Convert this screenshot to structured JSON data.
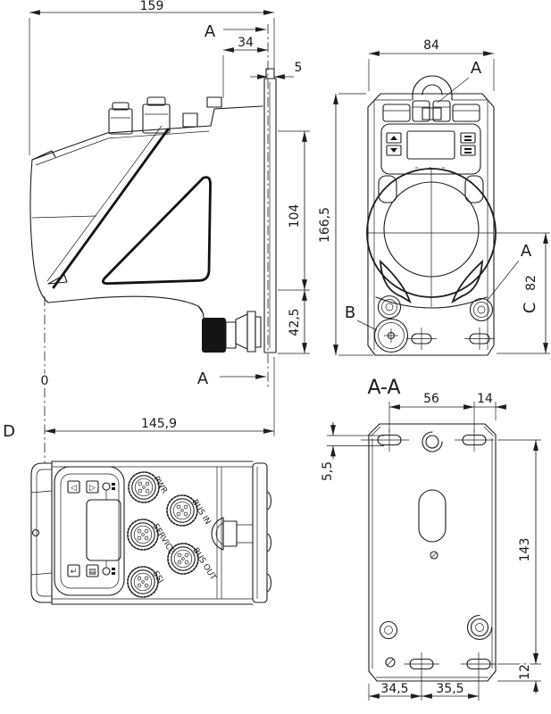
{
  "side_view": {
    "dim_overall_length": "159",
    "section_arrow_top": "A",
    "dim_connector_offset": "34",
    "dim_flange_thickness": "5",
    "dim_height_upper": "104",
    "dim_height_lower": "42,5",
    "zero_reference": "0",
    "datum_label": "D",
    "dim_base_length": "145,9",
    "section_arrow_bottom": "A"
  },
  "front_view": {
    "dim_width": "84",
    "dim_height_total": "166,5",
    "label_eyelet": "A",
    "label_screw": "A",
    "label_boss": "B",
    "datum_label": "C",
    "dim_center_to_bottom": "82"
  },
  "bottom_view": {
    "connector_labels": [
      "PWR",
      "BUS IN",
      "SERVICE",
      "BUS OUT",
      "SSI"
    ],
    "buttons": {
      "left_arrow": "◁",
      "right_arrow": "▷",
      "enter": "↵",
      "edit": "▤"
    }
  },
  "section_view": {
    "title": "A-A",
    "dim_slot_spacing": "56",
    "dim_slot_to_edge": "14",
    "dim_slot_height": "5,5",
    "dim_hole_spacing": "143",
    "dim_bottom_offset": "12",
    "dim_bottom_left": "34,5",
    "dim_bottom_right": "35,5"
  },
  "colors": {
    "line": "#1d1d1d",
    "background": "#ffffff"
  }
}
